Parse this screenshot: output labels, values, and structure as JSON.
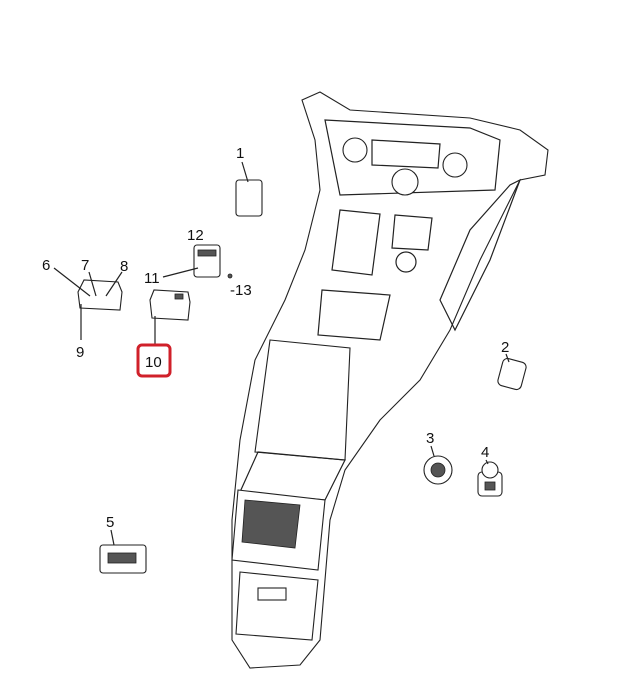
{
  "diagram": {
    "callouts": [
      {
        "id": "1",
        "label": "1"
      },
      {
        "id": "2",
        "label": "2"
      },
      {
        "id": "3",
        "label": "3"
      },
      {
        "id": "4",
        "label": "4"
      },
      {
        "id": "5",
        "label": "5"
      },
      {
        "id": "6",
        "label": "6"
      },
      {
        "id": "7",
        "label": "7"
      },
      {
        "id": "8",
        "label": "8"
      },
      {
        "id": "9",
        "label": "9"
      },
      {
        "id": "10",
        "label": "10",
        "highlighted": true
      },
      {
        "id": "11",
        "label": "11"
      },
      {
        "id": "12",
        "label": "12"
      },
      {
        "id": "13",
        "label": "-13"
      }
    ],
    "highlight_color": "#d0202a"
  }
}
